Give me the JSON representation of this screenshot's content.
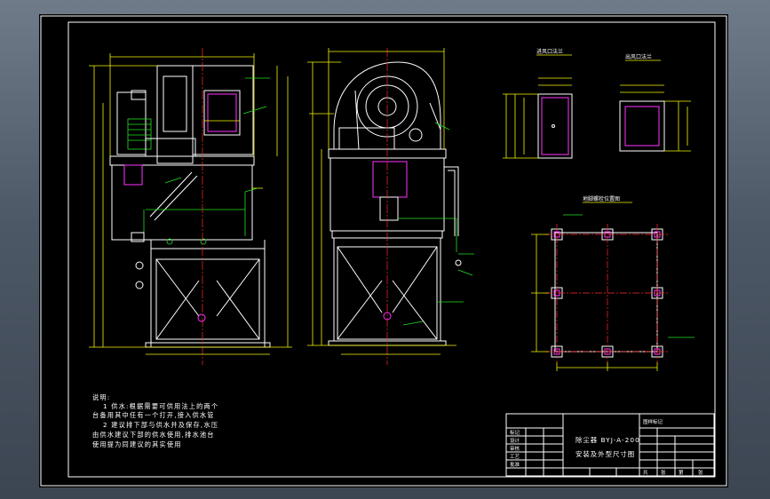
{
  "view_labels": {
    "inlet": "进风口法兰",
    "outlet": "出风口法兰",
    "foundation": "地脚螺栓位置图"
  },
  "notes": {
    "heading": "说明:",
    "lines": [
      "1 供水:根据需要可供用法上的两个",
      "台备用其中任有一个打开,接入供水管",
      "2 建议排下部与供水并及保存,水压",
      "由供水建议下部的供水使用,排水池台",
      "使用提为同建议的其实使用"
    ]
  },
  "title_block": {
    "drawing_title_1": "除尘器 BYJ-A-200",
    "drawing_title_2": "安装及外型尺寸图",
    "top_right": "图样标记",
    "row_labels": [
      "标记",
      "设计",
      "审核",
      "工艺",
      "批准"
    ],
    "bottom_cells": [
      "共",
      "张",
      "第",
      "张"
    ]
  },
  "colors": {
    "background": "#000000",
    "frame": "#ffffff",
    "dimension": "#f4f400",
    "centerline": "#ff2a2a",
    "pipe": "#22e022",
    "flange": "#ff33ff"
  }
}
